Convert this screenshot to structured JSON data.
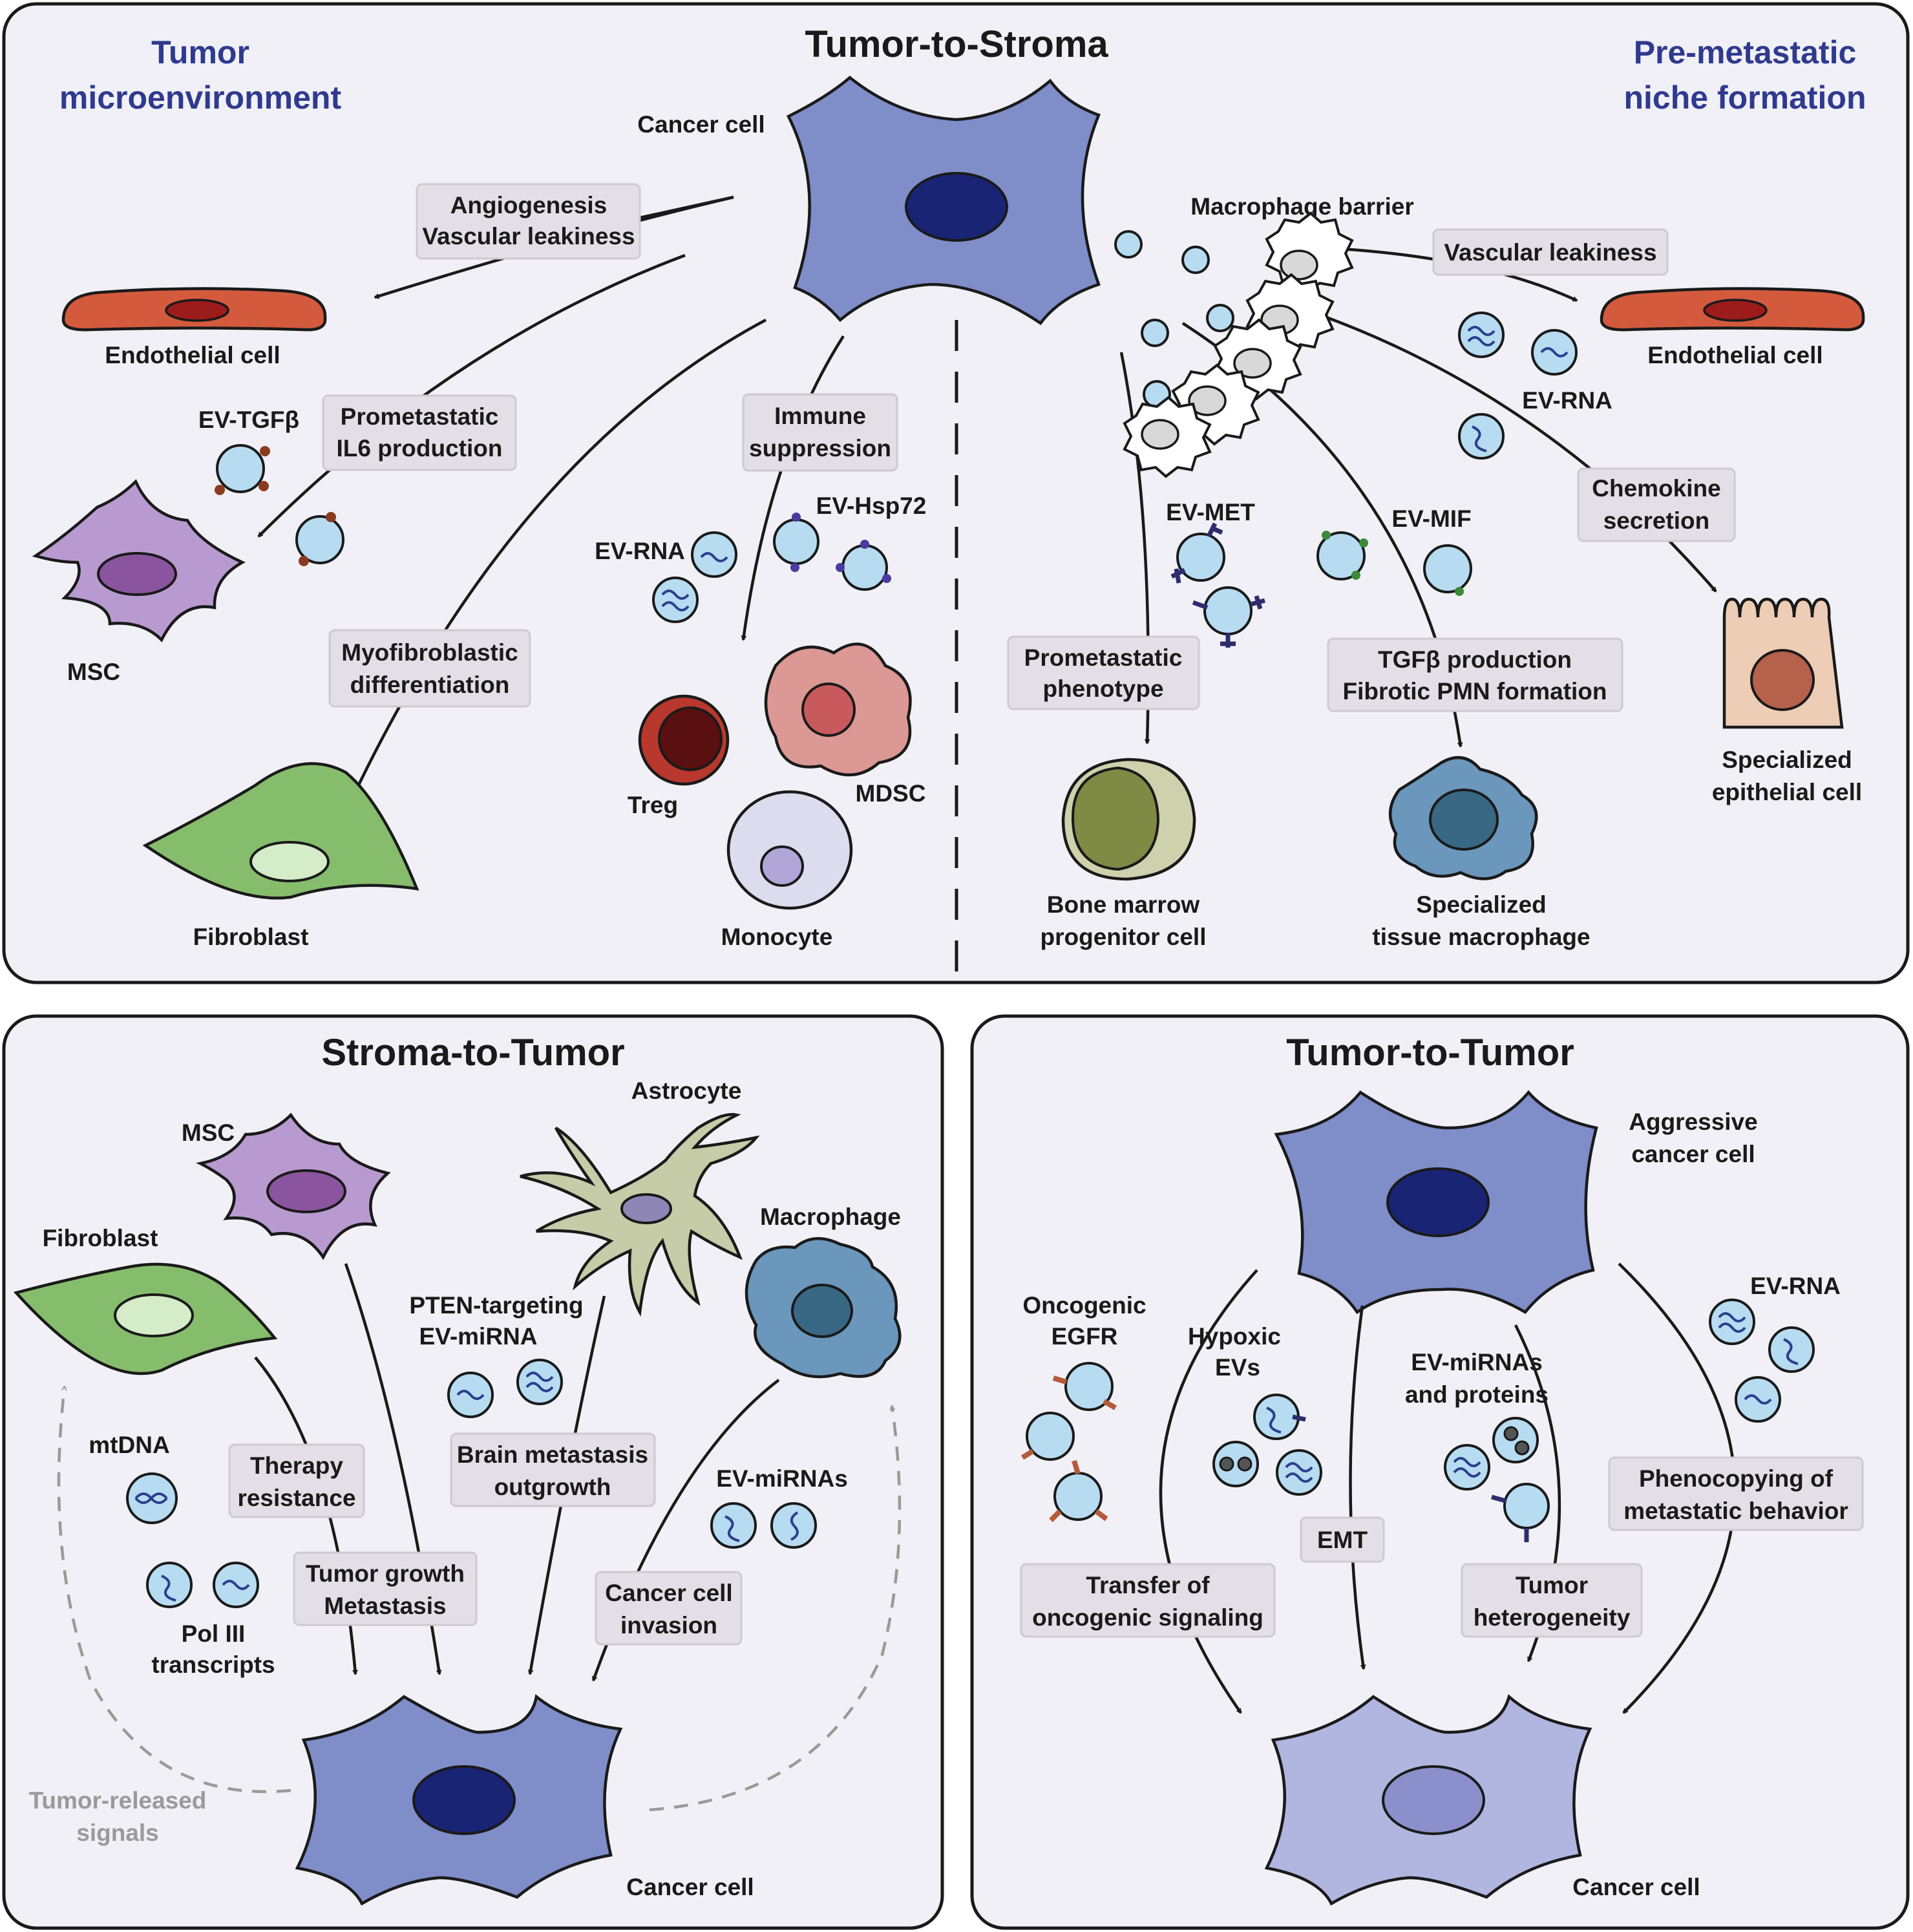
{
  "panels": {
    "top": {
      "title": "Tumor-to-Stroma",
      "left_heading": [
        "Tumor",
        "microenvironment"
      ],
      "right_heading": [
        "Pre-metastatic",
        "niche formation"
      ]
    },
    "bottom_left": {
      "title": "Stroma-to-Tumor"
    },
    "bottom_right": {
      "title": "Tumor-to-Tumor"
    }
  },
  "labels": {
    "cancer_cell_top": "Cancer cell",
    "endothelial_left": "Endothelial cell",
    "ev_tgfb": "EV-TGFβ",
    "msc_top": "MSC",
    "fibroblast_top": "Fibroblast",
    "ev_rna_top": "EV-RNA",
    "ev_hsp72": "EV-Hsp72",
    "treg": "Treg",
    "mdsc": "MDSC",
    "monocyte": "Monocyte",
    "macrophage_barrier": "Macrophage barrier",
    "endothelial_right": "Endothelial cell",
    "ev_rna_right": "EV-RNA",
    "ev_met": "EV-MET",
    "ev_mif": "EV-MIF",
    "bone_marrow": [
      "Bone marrow",
      "progenitor cell"
    ],
    "specialized_macrophage": [
      "Specialized",
      "tissue macrophage"
    ],
    "specialized_epithelial": [
      "Specialized",
      "epithelial cell"
    ],
    "msc_bottom": "MSC",
    "astrocyte": "Astrocyte",
    "fibroblast_bottom": "Fibroblast",
    "macrophage_bottom": "Macrophage",
    "pten_mirna": [
      "PTEN-targeting",
      "EV-miRNA"
    ],
    "mtdna": "mtDNA",
    "pol3": [
      "Pol III",
      "transcripts"
    ],
    "ev_mirnas": "EV-miRNAs",
    "tumor_released": [
      "Tumor-released",
      "signals"
    ],
    "cancer_cell_bl": "Cancer cell",
    "aggressive_cell": [
      "Aggressive",
      "cancer cell"
    ],
    "oncogenic_egfr": [
      "Oncogenic",
      "EGFR"
    ],
    "hypoxic_evs": [
      "Hypoxic",
      "EVs"
    ],
    "ev_mirnas_proteins": [
      "EV-miRNAs",
      "and proteins"
    ],
    "ev_rna_br": "EV-RNA",
    "cancer_cell_br": "Cancer cell"
  },
  "boxes": {
    "angiogenesis": [
      "Angiogenesis",
      "Vascular leakiness"
    ],
    "prometastatic_il6": [
      "Prometastatic",
      "IL6 production"
    ],
    "immune_suppression": [
      "Immune",
      "suppression"
    ],
    "myofibroblastic": [
      "Myofibroblastic",
      "differentiation"
    ],
    "vascular_leakiness": [
      "Vascular leakiness"
    ],
    "chemokine": [
      "Chemokine",
      "secretion"
    ],
    "prometastatic_phenotype": [
      "Prometastatic",
      "phenotype"
    ],
    "tgfb_production": [
      "TGFβ production",
      "Fibrotic PMN formation"
    ],
    "therapy_resistance": [
      "Therapy",
      "resistance"
    ],
    "brain_metastasis": [
      "Brain metastasis",
      "outgrowth"
    ],
    "tumor_growth": [
      "Tumor growth",
      "Metastasis"
    ],
    "cancer_invasion": [
      "Cancer cell",
      "invasion"
    ],
    "transfer_oncogenic": [
      "Transfer of",
      "oncogenic signaling"
    ],
    "emt": [
      "EMT"
    ],
    "tumor_heterogeneity": [
      "Tumor",
      "heterogeneity"
    ],
    "phenocopying": [
      "Phenocopying of",
      "metastatic behavior"
    ]
  },
  "colors": {
    "panel_bg": "#f0f0f6",
    "heading_blue": "#2f3a8f",
    "cancer_cell": "#7f8dc9",
    "cancer_nucleus": "#1a2475",
    "endothelial": "#d45a3e",
    "msc": "#b99ad0",
    "fibroblast": "#86bd6d",
    "ev": "#b7dcf2",
    "label_box": "#e4dfe6"
  }
}
